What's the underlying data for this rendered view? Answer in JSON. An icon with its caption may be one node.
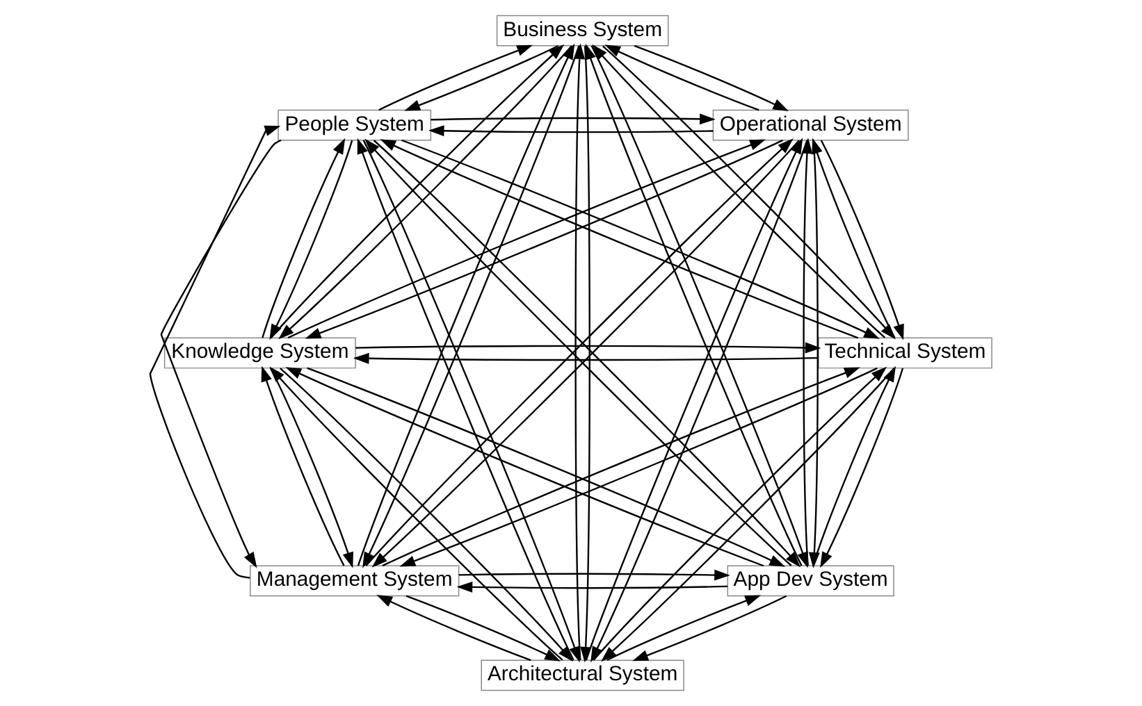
{
  "diagram": {
    "nodes": [
      {
        "text": [
          "App Dev System"
        ]
      },
      {
        "text": [
          "Technical System"
        ]
      },
      {
        "text": [
          "Management System"
        ]
      },
      {
        "text": [
          "Knowledge System"
        ]
      },
      {
        "text": [
          "People System"
        ]
      },
      {
        "text": [
          "Business System"
        ]
      },
      {
        "text": [
          "Operational System"
        ]
      },
      {
        "text": [
          "Architectural System"
        ]
      }
    ],
    "edges": [
      {
        "from": 0,
        "to": 1,
        "arrow": "to"
      },
      {
        "from": 1,
        "to": 0,
        "arrow": "to"
      },
      {
        "from": 0,
        "to": 2,
        "arrow": "to"
      },
      {
        "from": 2,
        "to": 0,
        "arrow": "to"
      },
      {
        "from": 0,
        "to": 3,
        "arrow": "to"
      },
      {
        "from": 3,
        "to": 0,
        "arrow": "to"
      },
      {
        "from": 0,
        "to": 4,
        "arrow": "to"
      },
      {
        "from": 4,
        "to": 0,
        "arrow": "to"
      },
      {
        "from": 0,
        "to": 5,
        "arrow": "to"
      },
      {
        "from": 5,
        "to": 0,
        "arrow": "to"
      },
      {
        "from": 0,
        "to": 6,
        "arrow": "to"
      },
      {
        "from": 6,
        "to": 0,
        "arrow": "to"
      },
      {
        "from": 0,
        "to": 7,
        "arrow": "to"
      },
      {
        "from": 7,
        "to": 0,
        "arrow": "to"
      },
      {
        "from": 1,
        "to": 2,
        "arrow": "to"
      },
      {
        "from": 2,
        "to": 1,
        "arrow": "to"
      },
      {
        "from": 1,
        "to": 3,
        "arrow": "to"
      },
      {
        "from": 3,
        "to": 1,
        "arrow": "to"
      },
      {
        "from": 1,
        "to": 4,
        "arrow": "to"
      },
      {
        "from": 4,
        "to": 1,
        "arrow": "to"
      },
      {
        "from": 1,
        "to": 5,
        "arrow": "to"
      },
      {
        "from": 5,
        "to": 1,
        "arrow": "to"
      },
      {
        "from": 1,
        "to": 6,
        "arrow": "to"
      },
      {
        "from": 6,
        "to": 1,
        "arrow": "to"
      },
      {
        "from": 1,
        "to": 7,
        "arrow": "to"
      },
      {
        "from": 7,
        "to": 1,
        "arrow": "to"
      },
      {
        "from": 2,
        "to": 3,
        "arrow": "to"
      },
      {
        "from": 3,
        "to": 2,
        "arrow": "to"
      },
      {
        "from": 2,
        "to": 4,
        "arrow": "to"
      },
      {
        "from": 4,
        "to": 2,
        "arrow": "to"
      },
      {
        "from": 2,
        "to": 5,
        "arrow": "to"
      },
      {
        "from": 5,
        "to": 2,
        "arrow": "to"
      },
      {
        "from": 2,
        "to": 6,
        "arrow": "to"
      },
      {
        "from": 6,
        "to": 2,
        "arrow": "to"
      },
      {
        "from": 2,
        "to": 7,
        "arrow": "to"
      },
      {
        "from": 7,
        "to": 2,
        "arrow": "to"
      },
      {
        "from": 3,
        "to": 4,
        "arrow": "to"
      },
      {
        "from": 4,
        "to": 3,
        "arrow": "to"
      },
      {
        "from": 3,
        "to": 5,
        "arrow": "to"
      },
      {
        "from": 5,
        "to": 3,
        "arrow": "to"
      },
      {
        "from": 3,
        "to": 6,
        "arrow": "to"
      },
      {
        "from": 6,
        "to": 3,
        "arrow": "to"
      },
      {
        "from": 3,
        "to": 7,
        "arrow": "to"
      },
      {
        "from": 7,
        "to": 3,
        "arrow": "to"
      },
      {
        "from": 4,
        "to": 5,
        "arrow": "to"
      },
      {
        "from": 5,
        "to": 4,
        "arrow": "to"
      },
      {
        "from": 4,
        "to": 6,
        "arrow": "to"
      },
      {
        "from": 6,
        "to": 4,
        "arrow": "to"
      },
      {
        "from": 4,
        "to": 7,
        "arrow": "to"
      },
      {
        "from": 7,
        "to": 4,
        "arrow": "to"
      },
      {
        "from": 5,
        "to": 6,
        "arrow": "to"
      },
      {
        "from": 6,
        "to": 5,
        "arrow": "to"
      },
      {
        "from": 5,
        "to": 7,
        "arrow": "to"
      },
      {
        "from": 7,
        "to": 5,
        "arrow": "to"
      },
      {
        "from": 6,
        "to": 7,
        "arrow": "to"
      },
      {
        "from": 7,
        "to": 6,
        "arrow": "to"
      }
    ]
  }
}
